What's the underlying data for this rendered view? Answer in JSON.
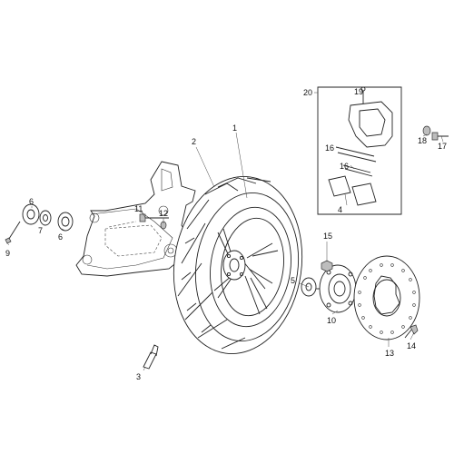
{
  "diagram": {
    "callouts": [
      "1",
      "2",
      "3",
      "4",
      "5",
      "6",
      "6",
      "7",
      "9",
      "10",
      "11",
      "12",
      "13",
      "14",
      "15",
      "16",
      "16",
      "17",
      "18",
      "19",
      "20"
    ]
  }
}
